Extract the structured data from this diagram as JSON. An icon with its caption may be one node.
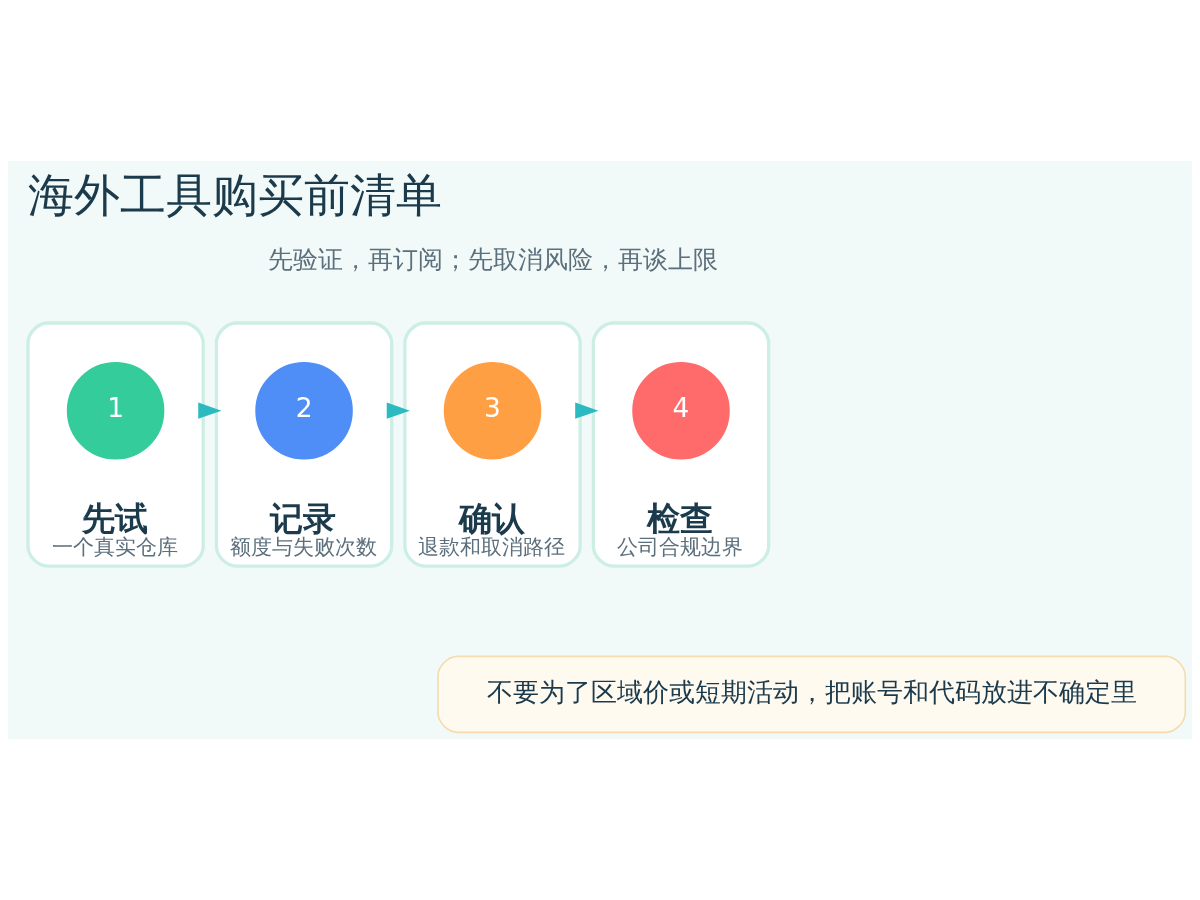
{
  "diagram": {
    "title": "海外工具购买前清单",
    "nodes": [
      {
        "text": [
          "先试",
          "一个真实仓库"
        ]
      },
      {
        "text": [
          "1"
        ],
        "in": 0
      },
      {
        "text": [
          "记录",
          "额度与失败次数"
        ]
      },
      {
        "text": [
          "2"
        ],
        "in": 2
      },
      {
        "text": [
          "确认",
          "退款和取消路径"
        ]
      },
      {
        "text": [
          "3"
        ],
        "in": 4
      },
      {
        "text": [
          "检查",
          "公司合规边界"
        ]
      },
      {
        "text": [
          "4"
        ],
        "in": 6
      },
      {
        "text": [
          "不要为了区域价或短期活动，把账号和代码放进不确定里"
        ]
      }
    ],
    "edges": [
      {
        "from": 0,
        "to": 2,
        "arrow": "to"
      },
      {
        "from": 2,
        "to": 4,
        "arrow": "to"
      },
      {
        "from": 4,
        "to": 6,
        "arrow": "to"
      }
    ],
    "labels": [
      "先验证，再订阅；先取消风险，再谈上限"
    ]
  }
}
